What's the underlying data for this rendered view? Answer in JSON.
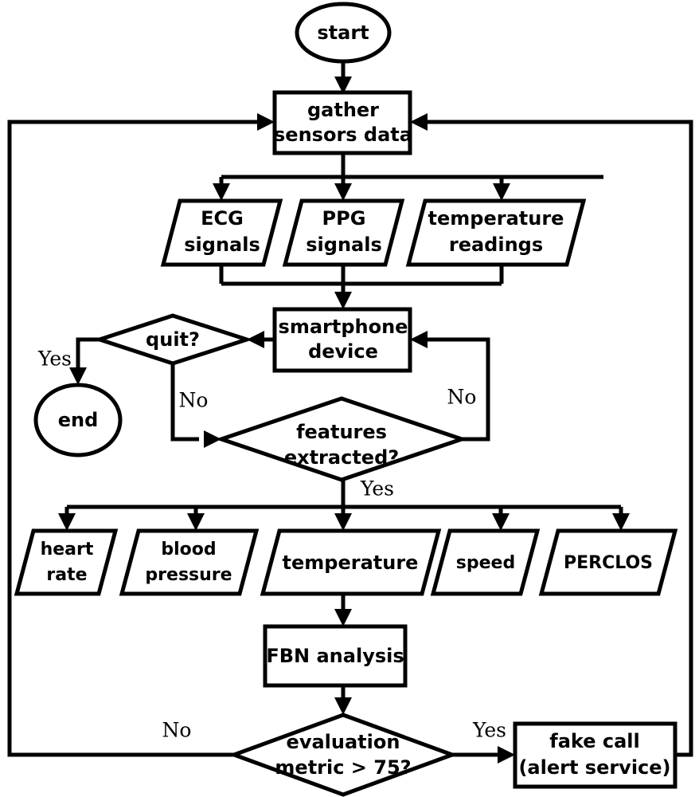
{
  "diagram": {
    "type": "flowchart",
    "title": "Driver drowsiness / health monitoring flowchart",
    "background_color": "#ffffff",
    "line_color": "#000000",
    "nodes": {
      "start": {
        "label": "start",
        "shape": "ellipse"
      },
      "gather": {
        "line1": "gather",
        "line2": "sensors data",
        "shape": "process"
      },
      "ecg": {
        "line1": "ECG",
        "line2": "signals",
        "shape": "data"
      },
      "ppg": {
        "line1": "PPG",
        "line2": "signals",
        "shape": "data"
      },
      "temp_readings": {
        "line1": "temperature",
        "line2": "readings",
        "shape": "data"
      },
      "smartphone": {
        "line1": "smartphone",
        "line2": "device",
        "shape": "process"
      },
      "quit": {
        "label": "quit?",
        "shape": "decision"
      },
      "end": {
        "label": "end",
        "shape": "ellipse"
      },
      "features": {
        "line1": "features",
        "line2": "extracted?",
        "shape": "decision"
      },
      "heart_rate": {
        "line1": "heart",
        "line2": "rate",
        "shape": "data"
      },
      "blood_pressure": {
        "line1": "blood",
        "line2": "pressure",
        "shape": "data"
      },
      "temperature": {
        "line1": "temperature",
        "line2": "",
        "shape": "data"
      },
      "speed": {
        "line1": "speed",
        "line2": "",
        "shape": "data"
      },
      "perclos": {
        "line1": "PERCLOS",
        "line2": "",
        "shape": "data"
      },
      "fbn": {
        "label": "FBN analysis",
        "shape": "process"
      },
      "evaluation": {
        "line1": "evaluation",
        "line2": "metric > 75?",
        "shape": "decision"
      },
      "fake_call": {
        "line1": "fake call",
        "line2": "(alert service)",
        "shape": "process"
      }
    },
    "edge_labels": {
      "quit_yes": "Yes",
      "quit_no": "No",
      "features_no": "No",
      "features_yes": "Yes",
      "eval_no": "No",
      "eval_yes": "Yes"
    }
  }
}
